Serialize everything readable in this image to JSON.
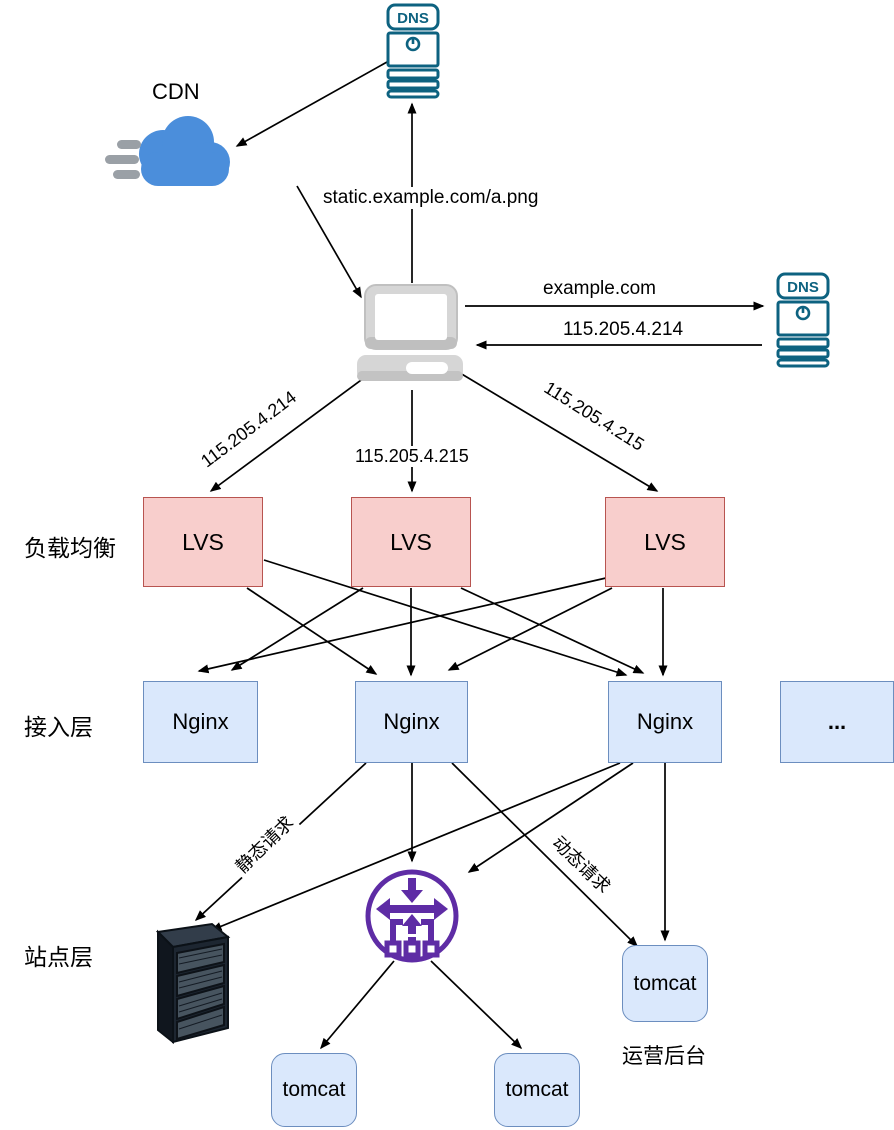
{
  "diagram": {
    "layers": {
      "load_balance": "负载均衡",
      "access": "接入层",
      "site": "站点层"
    },
    "nodes": {
      "dns_top": "DNS",
      "dns_right": "DNS",
      "cdn": "CDN",
      "lvs1": "LVS",
      "lvs2": "LVS",
      "lvs3": "LVS",
      "nginx1": "Nginx",
      "nginx2": "Nginx",
      "nginx3": "Nginx",
      "nginx_more": "...",
      "tomcat_ops": "tomcat",
      "tomcat1": "tomcat",
      "tomcat2": "tomcat",
      "ops_backend": "运营后台"
    },
    "edges": {
      "static_url": "static.example.com/a.png",
      "example_domain": "example.com",
      "resolved_ip": "115.205.4.214",
      "ip_left": "115.205.4.214",
      "ip_mid": "115.205.4.215",
      "ip_right": "115.205.4.215",
      "static_request": "静态请求",
      "dynamic_request": "动态请求"
    }
  },
  "colors": {
    "lvs_fill": "#f8cecc",
    "lvs_stroke": "#b85450",
    "blue_fill": "#dae8fc",
    "blue_stroke": "#6c8ebf",
    "dns_teal": "#0d6280",
    "hub_purple": "#5e2ca5",
    "cloud_blue": "#4b8edb",
    "arrow_black": "#000000"
  }
}
